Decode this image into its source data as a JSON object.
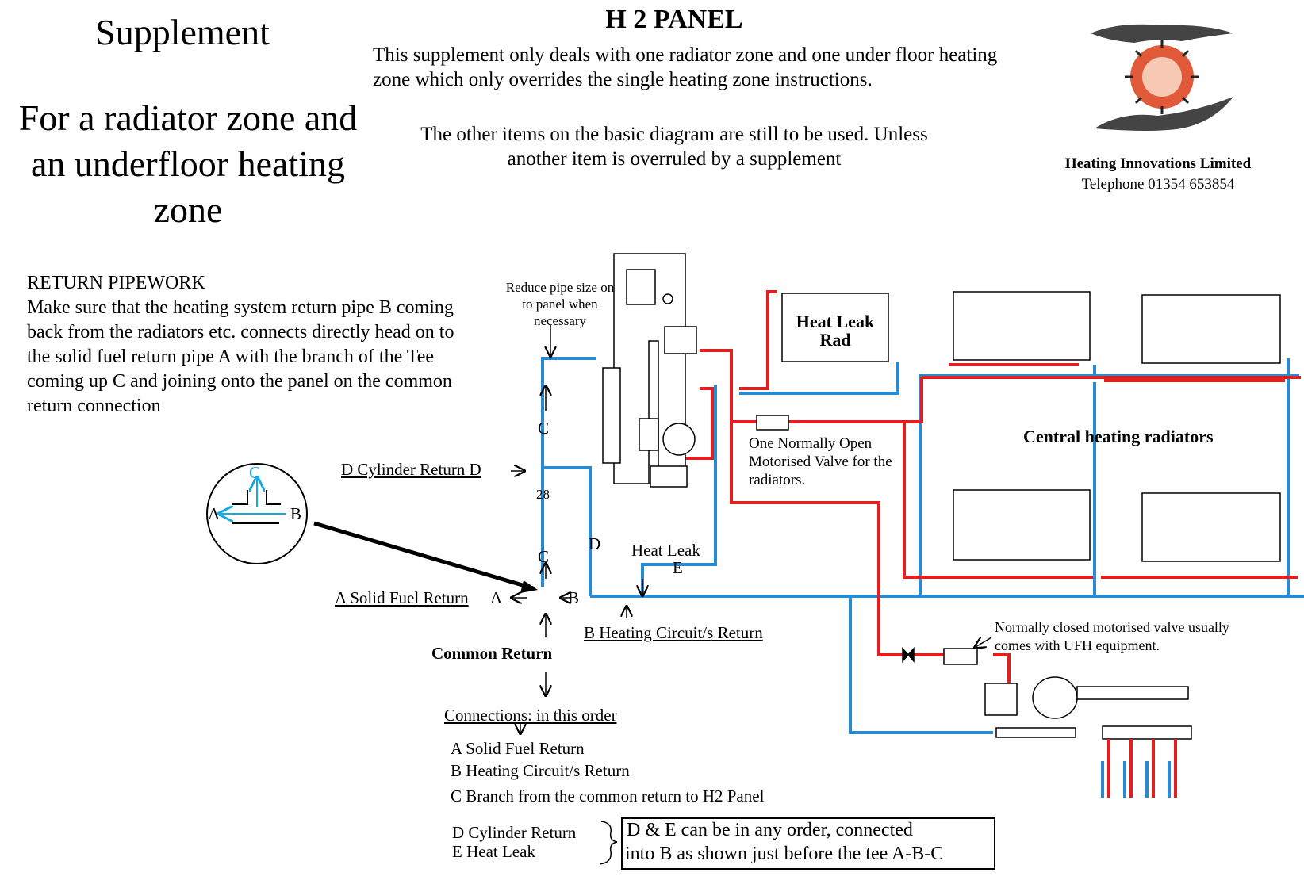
{
  "supplement": {
    "title": "Supplement",
    "subtitle": "For a radiator zone and an underfloor heating zone"
  },
  "panel_title": "H 2 PANEL",
  "intro": "This supplement only deals with one radiator zone and one under floor heating zone which only overrides the single heating zone instructions.",
  "note": "The other items on the basic diagram are still to be used. Unless another item is overruled by a supplement",
  "company": {
    "name": "Heating Innovations Limited",
    "phone": "Telephone 01354 653854",
    "logo_icon": "hands-flame-logo-icon"
  },
  "return_pipework": {
    "heading": "RETURN PIPEWORK",
    "body": "Make sure that the heating system return pipe B coming back from the radiators etc. connects directly head on to the solid fuel return pipe A with the branch of the Tee coming up C and joining onto the panel on the common return connection"
  },
  "tee_detail": {
    "c": "C",
    "a": "A",
    "b": "B"
  },
  "labels": {
    "reduce_pipe": "Reduce pipe size on to panel when necessary",
    "cylinder_return": "D Cylinder Return D",
    "pipe_c_upper": "C",
    "pipe_size": "28",
    "pipe_c_lower": "C",
    "pipe_d": "D",
    "heat_leak": "Heat Leak",
    "pipe_e": "E",
    "solid_fuel_return": "A Solid Fuel Return",
    "tee_a": "A",
    "tee_b": "B",
    "heating_circuit_return": "B Heating Circuit/s Return",
    "common_return": "Common Return",
    "heat_leak_rad": "Heat Leak Rad",
    "open_valve": "One Normally Open Motorised Valve for the radiators.",
    "central_heating": "Central heating radiators",
    "closed_valve": "Normally closed motorised valve usually comes with UFH equipment."
  },
  "connections": {
    "heading": "Connections: in this order",
    "items": [
      "A  Solid Fuel Return",
      "B Heating Circuit/s Return",
      "C Branch from the common return to H2 Panel"
    ],
    "group": [
      "D Cylinder Return",
      "E  Heat Leak"
    ],
    "note_line1": "D & E  can be in any order, connected",
    "note_line2": "into B  as shown just before the tee A-B-C"
  },
  "colors": {
    "flow": "#e02020",
    "return": "#2a8ad0",
    "tee_blue": "#18a8e0"
  }
}
